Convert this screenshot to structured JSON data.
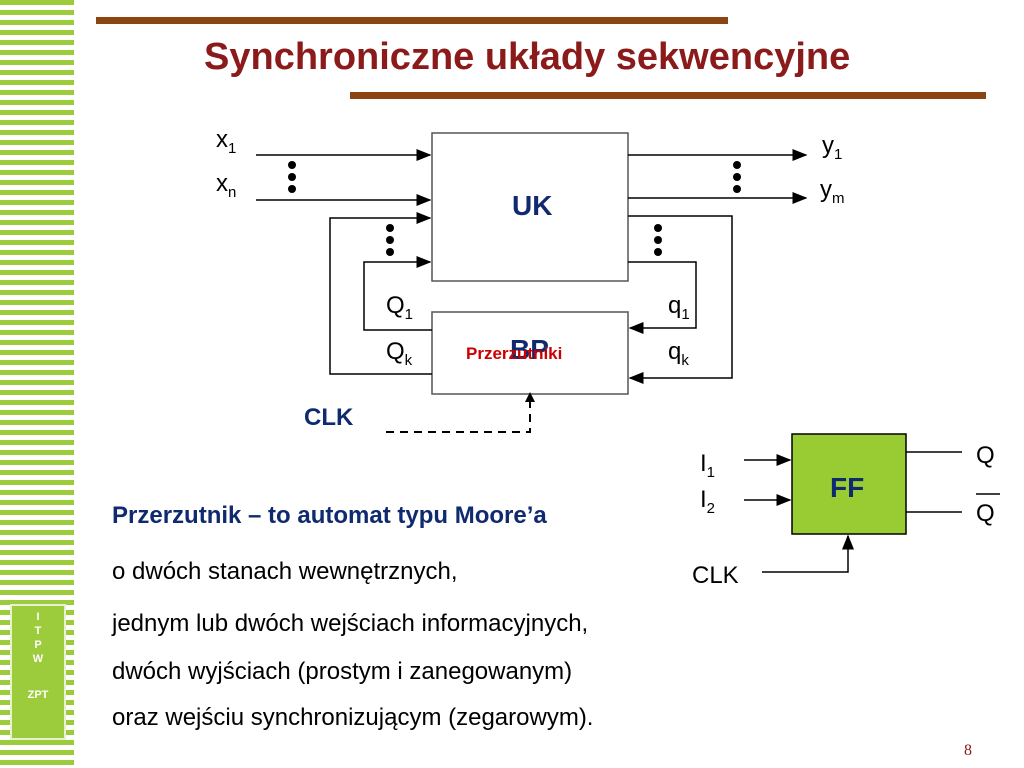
{
  "title": "Synchroniczne układy sekwencyjne",
  "logo": {
    "line1": "I",
    "line2": "T",
    "line3": "P",
    "line4": "W",
    "org": "ZPT"
  },
  "diagram": {
    "uk_label": "UK",
    "bp_label": "BP",
    "bp_overlay": "Przerzutniki",
    "x1": "x",
    "x1_sub": "1",
    "xn": "x",
    "xn_sub": "n",
    "y1": "y",
    "y1_sub": "1",
    "ym": "y",
    "ym_sub": "m",
    "Q1": "Q",
    "Q1_sub": "1",
    "Qk": "Q",
    "Qk_sub": "k",
    "q1": "q",
    "q1_sub": "1",
    "qk": "q",
    "qk_sub": "k",
    "clk": "CLK"
  },
  "ff": {
    "label": "FF",
    "i1": "I",
    "i1_sub": "1",
    "i2": "I",
    "i2_sub": "2",
    "q": "Q",
    "qbar": "Q",
    "clk": "CLK",
    "fill": "#99cc33"
  },
  "text": {
    "heading": "Przerzutnik – to automat typu Moore’a",
    "line1": "o dwóch stanach wewnętrznych,",
    "line2": "jednym lub dwóch wejściach informacyjnych,",
    "line3": "dwóch wyjściach (prostym i zanegowanym)",
    "line4": "oraz wejściu synchronizującym (zegarowym)."
  },
  "page_number": "8"
}
